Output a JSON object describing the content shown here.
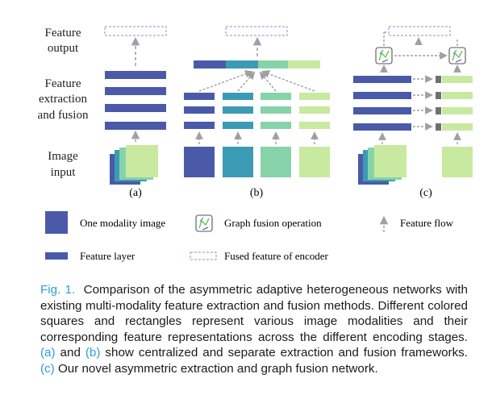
{
  "figure": {
    "row_labels": {
      "output": [
        "Feature",
        "output"
      ],
      "extraction": [
        "Feature",
        "extraction",
        "and fusion"
      ],
      "input": [
        "Image",
        "input"
      ]
    },
    "panels": [
      "(a)",
      "(b)",
      "(c)"
    ],
    "legend": {
      "modality": "One modality image",
      "graph_fusion": "Graph fusion operation",
      "feature_flow": "Feature flow",
      "feature_layer": "Feature layer",
      "fused_feature": "Fused feature of encoder"
    },
    "colors": {
      "modality_1": "#4a5aa8",
      "modality_2": "#3c9bb4",
      "modality_3": "#86d3a9",
      "modality_4": "#c8e9a0",
      "arrow": "#a0a0a0",
      "fused_box": "#8d8ed0",
      "connector": "#707070"
    }
  },
  "caption": {
    "label": "Fig. 1.",
    "text_1": "Comparison of the asymmetric adaptive heterogeneous networks with existing multi-modality feature extraction and fusion methods. Different colored squares and rectangles represent various image modalities and their corresponding feature representations across the different encoding stages.",
    "ref_a": "(a)",
    "and": "and",
    "ref_b": "(b)",
    "text_2": "show centralized and separate extraction and fusion frameworks.",
    "ref_c": "(c)",
    "text_3": "Our novel asymmetric extraction and graph fusion network."
  }
}
